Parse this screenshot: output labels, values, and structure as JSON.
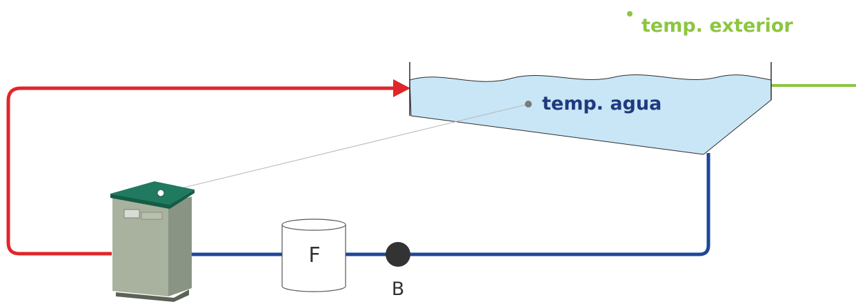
{
  "labels": {
    "exterior_temp": "temp. exterior",
    "water_temp": "temp. agua",
    "filter": "F",
    "pump": "B"
  },
  "colors": {
    "supply_pipe": "#e0262b",
    "return_pipe": "#1d4799",
    "exterior_sensor": "#8cc63f",
    "water_label": "#1f3a7d",
    "pool_water": "#c9e6f7",
    "heat_pump_cabinet": "#a8b29e",
    "heat_pump_lid": "#1f7a5f",
    "pump_body": "#333333"
  },
  "components": {
    "heat_pump": "heat-pump-unit",
    "filter": "filter-tank",
    "pump": "circulation-pump",
    "pool": "pool-basin"
  }
}
